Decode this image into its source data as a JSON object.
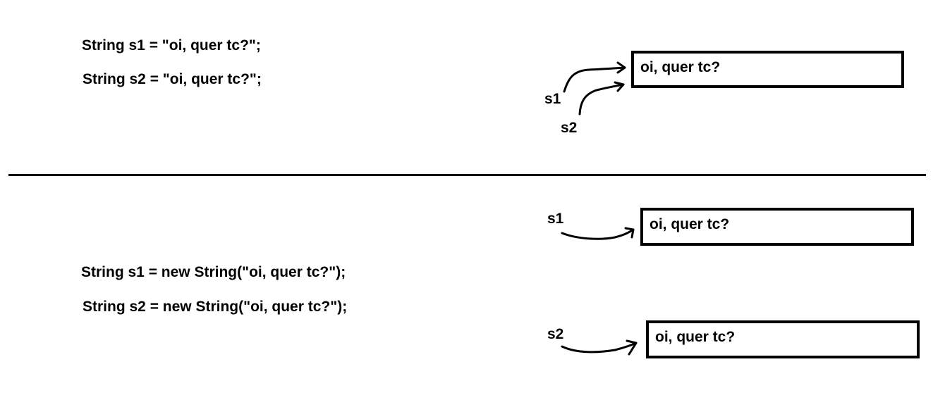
{
  "top": {
    "code_line_1": "String s1 = \"oi, quer tc?\";",
    "code_line_2": "String s2 = \"oi, quer tc?\";",
    "ref_s1": "s1",
    "ref_s2": "s2",
    "box_text": "oi, quer tc?"
  },
  "bottom": {
    "code_line_1": "String s1 = new String(\"oi, quer tc?\");",
    "code_line_2": "String s2 = new String(\"oi, quer tc?\");",
    "ref_s1": "s1",
    "ref_s2": "s2",
    "box1_text": "oi, quer tc?",
    "box2_text": "oi, quer tc?"
  }
}
